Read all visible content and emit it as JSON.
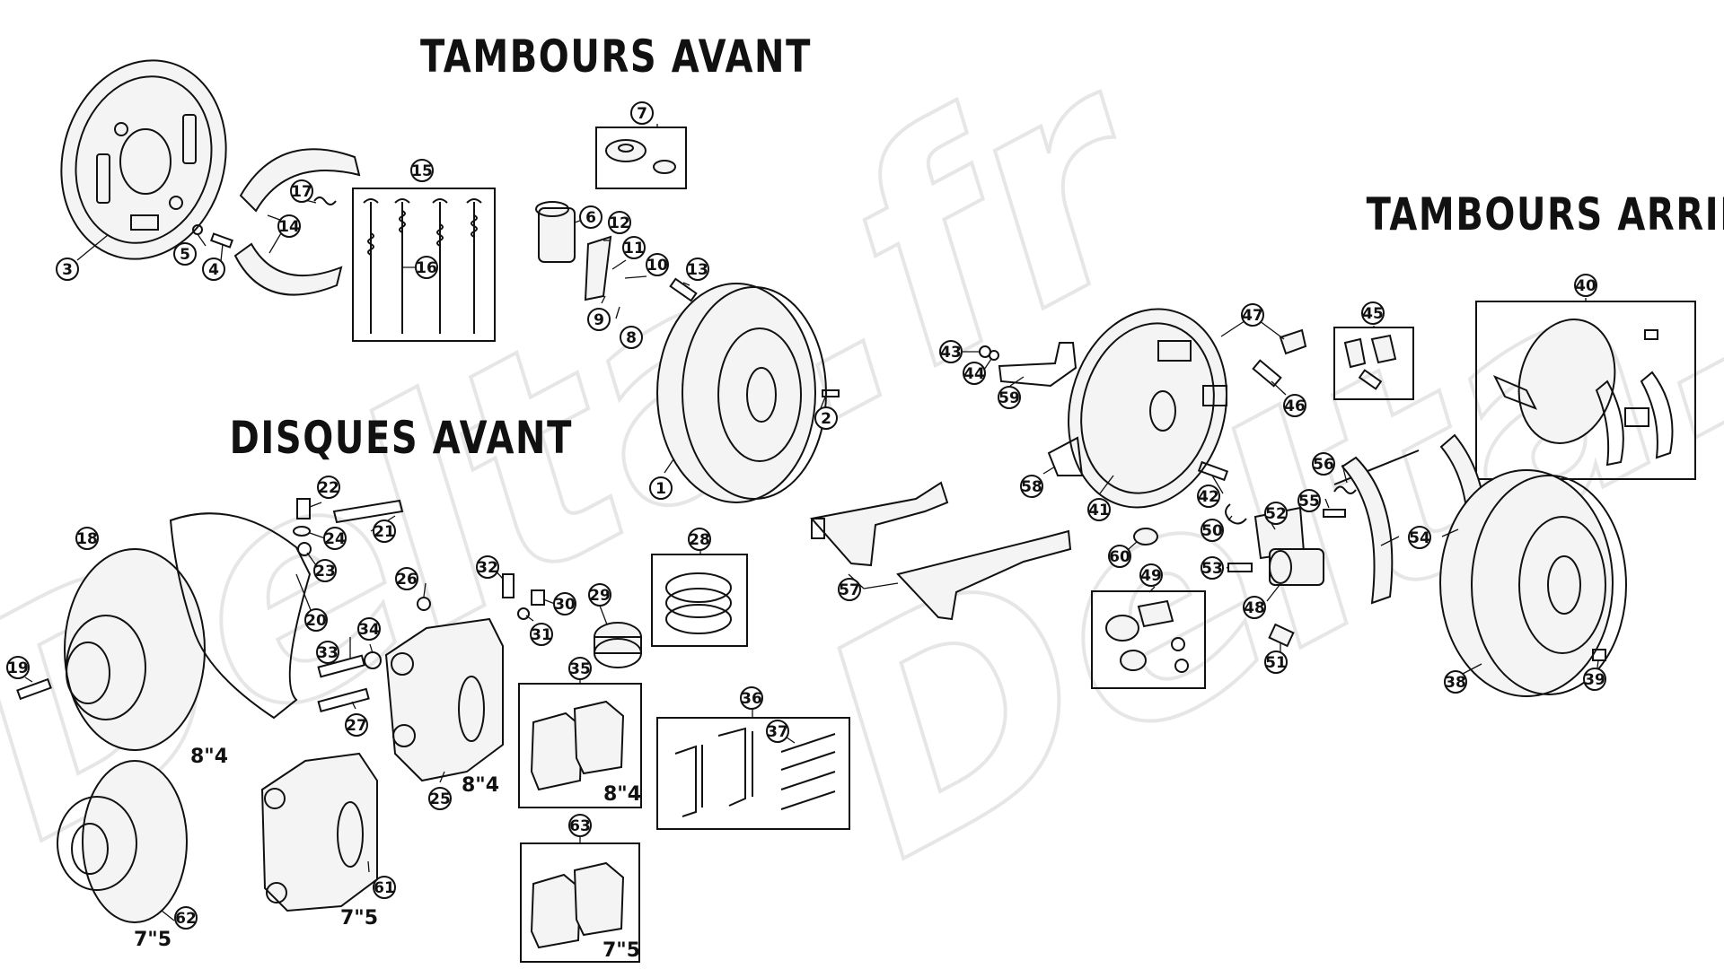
{
  "titles": {
    "front_drums": "TAMBOURS AVANT",
    "front_discs": "DISQUES AVANT",
    "rear_drums": "TAMBOURS ARRIERES"
  },
  "watermark": "Delta.fr",
  "size_labels": {
    "disc_large": "8\"4",
    "disc_small": "7\"5",
    "caliper_large": "8\"4",
    "caliper_small": "7\"5",
    "pads_large": "8\"4",
    "pads_small": "7\"5"
  },
  "callouts": [
    "1",
    "2",
    "3",
    "4",
    "5",
    "6",
    "7",
    "8",
    "9",
    "10",
    "11",
    "12",
    "13",
    "14",
    "15",
    "16",
    "17",
    "18",
    "19",
    "20",
    "21",
    "22",
    "23",
    "24",
    "25",
    "26",
    "27",
    "28",
    "29",
    "30",
    "31",
    "32",
    "33",
    "34",
    "35",
    "36",
    "37",
    "38",
    "39",
    "40",
    "41",
    "42",
    "43",
    "44",
    "45",
    "46",
    "47",
    "48",
    "49",
    "50",
    "51",
    "52",
    "53",
    "54",
    "55",
    "56",
    "57",
    "58",
    "59",
    "60",
    "61",
    "62",
    "63"
  ]
}
